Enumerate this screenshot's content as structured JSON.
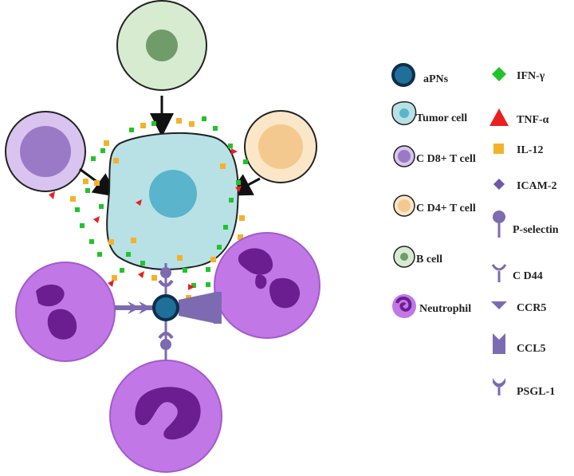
{
  "colors": {
    "apn_fill": "#1f6f9a",
    "apn_stroke": "#0e2f4a",
    "tumor_fill": "#b7e1e5",
    "tumor_nucleus": "#59b4cc",
    "cd8_outer": "#d9c4ef",
    "cd8_inner": "#9a79c6",
    "cd4_outer": "#fbe6c8",
    "cd4_inner": "#f3c98f",
    "bcell_outer": "#d7ebd1",
    "bcell_inner": "#6f9c68",
    "neutrophil_outer": "#c178e6",
    "neutrophil_nucleus": "#6a1e8f",
    "receptor": "#7c6bb0",
    "ifn": "#22c32a",
    "tnf": "#e82020",
    "il12": "#f4b22a",
    "icam": "#6c5aa8"
  },
  "legend": {
    "left": [
      {
        "key": "apns",
        "label": "aPNs",
        "icon": "apn-icon"
      },
      {
        "key": "tumor",
        "label": "Tumor cell",
        "icon": "tumor-cell-icon"
      },
      {
        "key": "cd8",
        "label": "C D8+ T cell",
        "icon": "cd8-t-cell-icon"
      },
      {
        "key": "cd4",
        "label": "C D4+ T cell",
        "icon": "cd4-t-cell-icon"
      },
      {
        "key": "bcell",
        "label": "B cell",
        "icon": "b-cell-icon"
      },
      {
        "key": "neutrophil",
        "label": "Neutrophil",
        "icon": "neutrophil-icon"
      }
    ],
    "right": [
      {
        "key": "ifn",
        "label": "IFN-γ",
        "icon": "green-diamond-icon"
      },
      {
        "key": "tnf",
        "label": "TNF-α",
        "icon": "red-triangle-icon"
      },
      {
        "key": "il12",
        "label": "IL-12",
        "icon": "orange-square-icon"
      },
      {
        "key": "icam",
        "label": "ICAM-2",
        "icon": "purple-diamond-icon"
      },
      {
        "key": "pselectin",
        "label": "P-selectin",
        "icon": "lollipop-icon"
      },
      {
        "key": "cd44",
        "label": "C D44",
        "icon": "y-receptor-icon"
      },
      {
        "key": "ccr5",
        "label": "CCR5",
        "icon": "chevron-receptor-icon"
      },
      {
        "key": "ccl5",
        "label": "CCL5",
        "icon": "notched-block-icon"
      },
      {
        "key": "psgl1",
        "label": "PSGL-1",
        "icon": "cup-receptor-icon"
      }
    ]
  }
}
